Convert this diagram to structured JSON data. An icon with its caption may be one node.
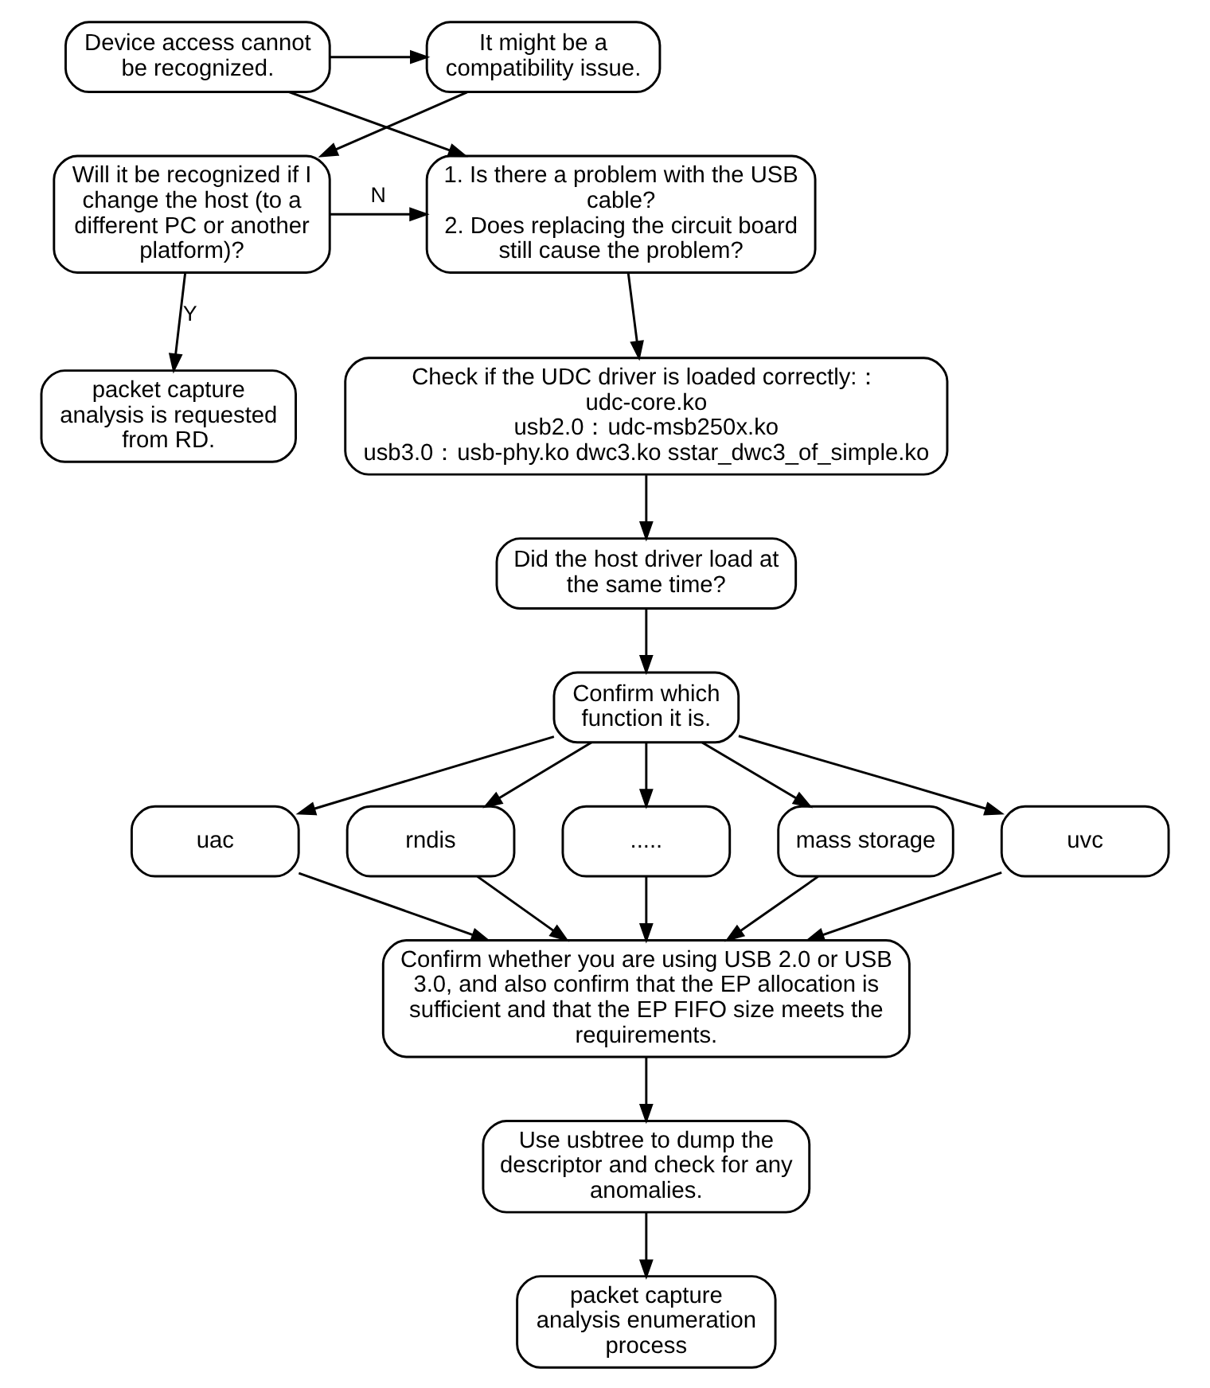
{
  "diagram": {
    "nodes": [
      {
        "text": [
          "Device access cannot be recognized."
        ]
      },
      {
        "text": [
          "It might be a compatibility issue."
        ]
      },
      {
        "text": [
          "1. Is there a problem with the USB cable?",
          "2. Does replacing the circuit board still cause the problem?"
        ]
      },
      {
        "text": [
          "Will it be recognized if I change the host (to a different PC or another platform)?"
        ]
      },
      {
        "text": [
          "packet capture analysis is requested from RD."
        ]
      },
      {
        "text": [
          "Check if the UDC driver is loaded correctly:：",
          "udc-core.ko",
          "usb2.0：udc-msb250x.ko",
          "usb3.0：usb-phy.ko dwc3.ko sstar_dwc3_of_simple.ko"
        ]
      },
      {
        "text": [
          "Did the host driver load at the same time?"
        ]
      },
      {
        "text": [
          "Confirm which function it is."
        ]
      },
      {
        "text": [
          "uac"
        ]
      },
      {
        "text": [
          "rndis"
        ]
      },
      {
        "text": [
          "....."
        ]
      },
      {
        "text": [
          "mass storage"
        ]
      },
      {
        "text": [
          "uvc"
        ]
      },
      {
        "text": [
          "Confirm whether you are using USB 2.0 or USB 3.0, and also confirm that the EP allocation is sufficient and that the EP FIFO size meets the requirements."
        ]
      },
      {
        "text": [
          "Use usbtree to dump the descriptor and check for any anomalies."
        ]
      },
      {
        "text": [
          "packet capture analysis enumeration process"
        ]
      }
    ],
    "edges": [
      {
        "from": 0,
        "to": 1,
        "arrow": "to"
      },
      {
        "from": 0,
        "to": 2,
        "arrow": "to"
      },
      {
        "from": 1,
        "to": 3,
        "arrow": "to"
      },
      {
        "from": 3,
        "to": 2,
        "arrow": "to",
        "label": "N"
      },
      {
        "from": 3,
        "to": 4,
        "arrow": "to",
        "label": "Y"
      },
      {
        "from": 2,
        "to": 5,
        "arrow": "to"
      },
      {
        "from": 5,
        "to": 6,
        "arrow": "to"
      },
      {
        "from": 6,
        "to": 7,
        "arrow": "to"
      },
      {
        "from": 7,
        "to": 8,
        "arrow": "to"
      },
      {
        "from": 7,
        "to": 9,
        "arrow": "to"
      },
      {
        "from": 7,
        "to": 10,
        "arrow": "to"
      },
      {
        "from": 7,
        "to": 11,
        "arrow": "to"
      },
      {
        "from": 7,
        "to": 12,
        "arrow": "to"
      },
      {
        "from": 8,
        "to": 13,
        "arrow": "to"
      },
      {
        "from": 9,
        "to": 13,
        "arrow": "to"
      },
      {
        "from": 10,
        "to": 13,
        "arrow": "to"
      },
      {
        "from": 11,
        "to": 13,
        "arrow": "to"
      },
      {
        "from": 12,
        "to": 13,
        "arrow": "to"
      },
      {
        "from": 13,
        "to": 14,
        "arrow": "to"
      },
      {
        "from": 14,
        "to": 15,
        "arrow": "to"
      }
    ]
  }
}
